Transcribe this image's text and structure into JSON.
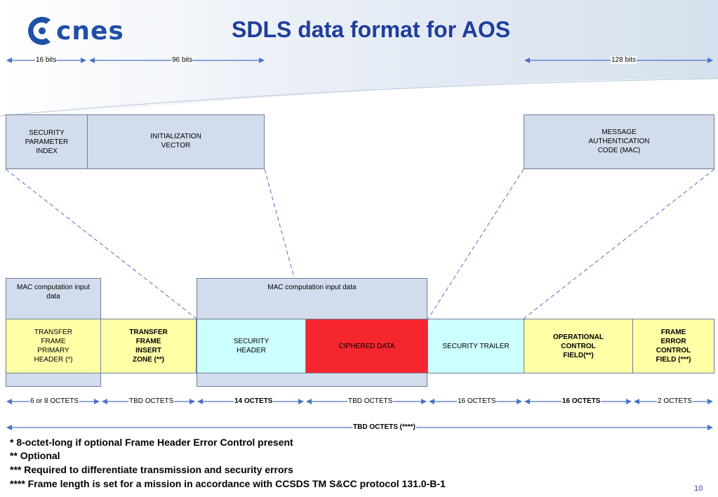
{
  "logo": {
    "text": "cnes"
  },
  "title": "SDLS data format for AOS",
  "top_dims": {
    "spi": "16 bits",
    "iv": "96 bits",
    "mac": "128 bits"
  },
  "top_boxes": {
    "spi": "SECURITY\nPARAMETER\nINDEX",
    "iv": "INITIALIZATION\nVECTOR",
    "mac": "MESSAGE\nAUTHENTICATION\nCODE (MAC)"
  },
  "mac_input": {
    "left": "MAC computation input\ndata",
    "center": "MAC computation input data"
  },
  "frame_fields": {
    "primary_header": "TRANSFER\nFRAME\nPRIMARY\nHEADER (*)",
    "insert_zone": "TRANSFER\nFRAME\nINSERT\nZONE (**)",
    "security_header": "SECURITY\nHEADER",
    "ciphered_data": "CIPHERED DATA",
    "security_trailer": "SECURITY TRAILER",
    "ocf": "OPERATIONAL\nCONTROL\nFIELD(**)",
    "fecf": "FRAME\nERROR\nCONTROL\nFIELD (***)"
  },
  "octets": {
    "primary_header": "6 or 8 OCTETS",
    "insert_zone": "TBD OCTETS",
    "security_header": "14 OCTETS",
    "ciphered_data": "TBD OCTETS",
    "security_trailer": "16 OCTETS",
    "ocf": "16 OCTETS",
    "fecf": "2 OCTETS",
    "total": "TBD OCTETS (****)"
  },
  "notes": [
    "* 8-octet-long if optional Frame Header Error Control present",
    "** Optional",
    "*** Required to differentiate transmission and security errors",
    "**** Frame length is set for a mission in accordance with CCSDS TM S&CC protocol  131.0-B-1"
  ],
  "page_number": "10",
  "colors": {
    "title": "#1f3e9c",
    "blue_box": "#d3dcec",
    "yellow_box": "#ffffa6",
    "cyan_box": "#ccffff",
    "red_box": "#f5262e",
    "arrow": "#4a74c4"
  }
}
